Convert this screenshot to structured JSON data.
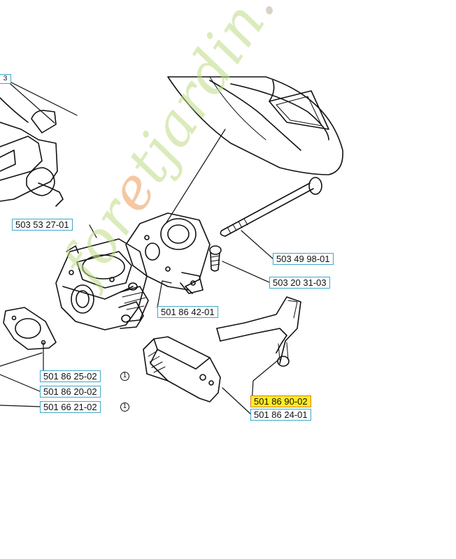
{
  "watermark": {
    "segments": [
      {
        "text": "for",
        "color": "green"
      },
      {
        "text": "e",
        "color": "orange"
      },
      {
        "text": "tjardin",
        "color": "green"
      },
      {
        "text": ".com",
        "color": "grey"
      }
    ]
  },
  "stub_label": "3",
  "labels": [
    {
      "id": "p1",
      "text": "503 53 27-01",
      "highlight": false
    },
    {
      "id": "p2",
      "text": "503 49 98-01",
      "highlight": false
    },
    {
      "id": "p3",
      "text": "503 20 31-03",
      "highlight": false
    },
    {
      "id": "p4",
      "text": "501 86 42-01",
      "highlight": false
    },
    {
      "id": "p5",
      "text": "501 86 25-02",
      "highlight": false,
      "note": "1"
    },
    {
      "id": "p6",
      "text": "501 86 20-02",
      "highlight": false
    },
    {
      "id": "p7",
      "text": "501 66 21-02",
      "highlight": false,
      "note": "1"
    },
    {
      "id": "p8",
      "text": "501 86 90-02",
      "highlight": true
    },
    {
      "id": "p9",
      "text": "501 86 24-01",
      "highlight": false
    }
  ],
  "colors": {
    "label_border": "#3fa7c9",
    "highlight_fill": "#ffee22",
    "highlight_border": "#e07a2a",
    "line": "#111111"
  }
}
